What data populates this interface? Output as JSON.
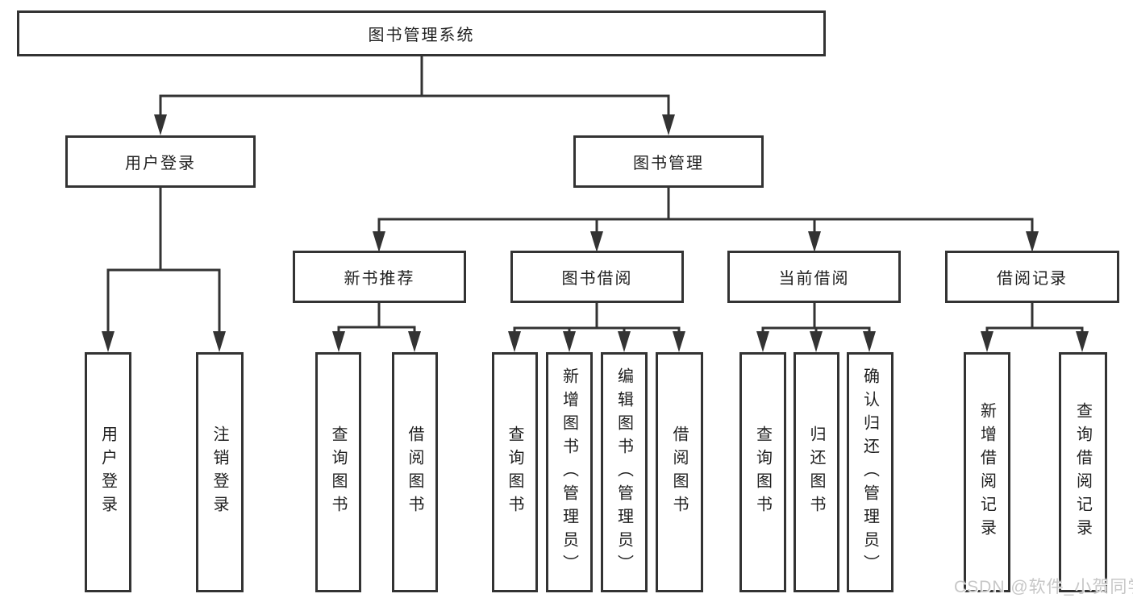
{
  "diagram": {
    "root": {
      "label": "图书管理系统",
      "children": [
        {
          "label": "用户登录",
          "children": [
            {
              "label": "用户登录"
            },
            {
              "label": "注销登录"
            }
          ]
        },
        {
          "label": "图书管理",
          "children": [
            {
              "label": "新书推荐",
              "children": [
                {
                  "label": "查询图书"
                },
                {
                  "label": "借阅图书"
                }
              ]
            },
            {
              "label": "图书借阅",
              "children": [
                {
                  "label": "查询图书"
                },
                {
                  "label": "新增图书（管理员）"
                },
                {
                  "label": "编辑图书（管理员）"
                },
                {
                  "label": "借阅图书"
                }
              ]
            },
            {
              "label": "当前借阅",
              "children": [
                {
                  "label": "查询图书"
                },
                {
                  "label": "归还图书"
                },
                {
                  "label": "确认归还（管理员）"
                }
              ]
            },
            {
              "label": "借阅记录",
              "children": [
                {
                  "label": "新增借阅记录"
                },
                {
                  "label": "查询借阅记录"
                }
              ]
            }
          ]
        }
      ]
    }
  },
  "watermark": {
    "text": "CSDN @软件_小贺同学"
  },
  "colors": {
    "line": "#333333",
    "box_border": "#333333",
    "text": "#1f1f1f",
    "watermark": "#c7c7c7",
    "background": "#ffffff"
  }
}
